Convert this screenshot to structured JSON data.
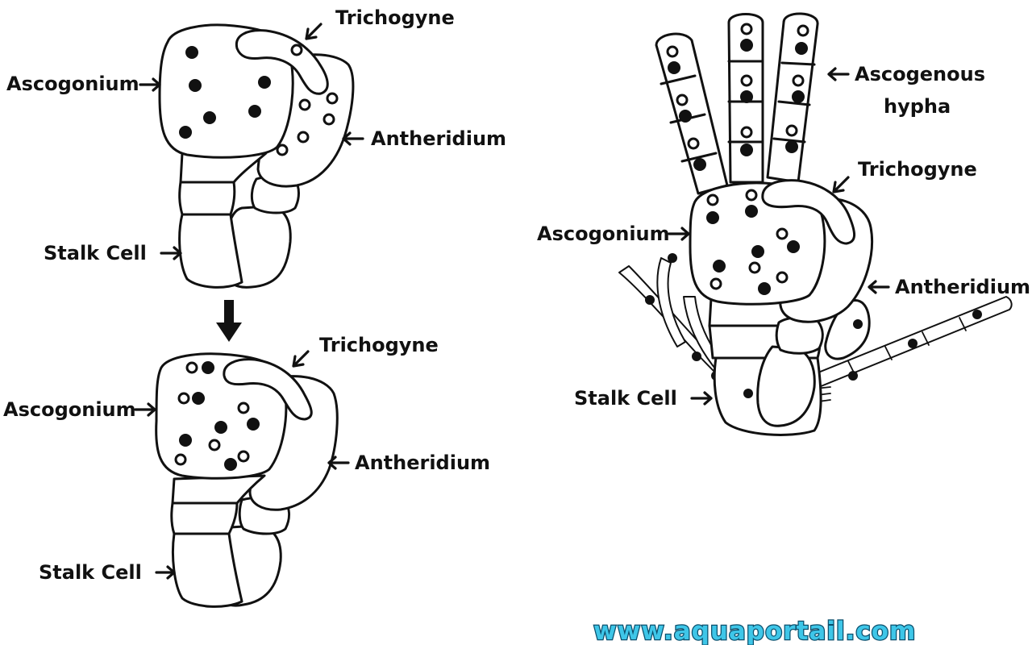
{
  "labels": {
    "top_left": {
      "trichogyne": "Trichogyne",
      "ascogonium": "Ascogonium",
      "antheridium": "Antheridium",
      "stalk_cell": "Stalk Cell"
    },
    "bottom_left": {
      "trichogyne": "Trichogyne",
      "ascogonium": "Ascogonium",
      "antheridium": "Antheridium",
      "stalk_cell": "Stalk Cell"
    },
    "right": {
      "ascogenous_line1": "Ascogenous",
      "ascogenous_line2": "hypha",
      "trichogyne": "Trichogyne",
      "ascogonium": "Ascogonium",
      "antheridium": "Antheridium",
      "stalk_cell": "Stalk Cell"
    }
  },
  "watermark": {
    "text": "www.aquaportail.com",
    "color": "#3ec6e8"
  }
}
